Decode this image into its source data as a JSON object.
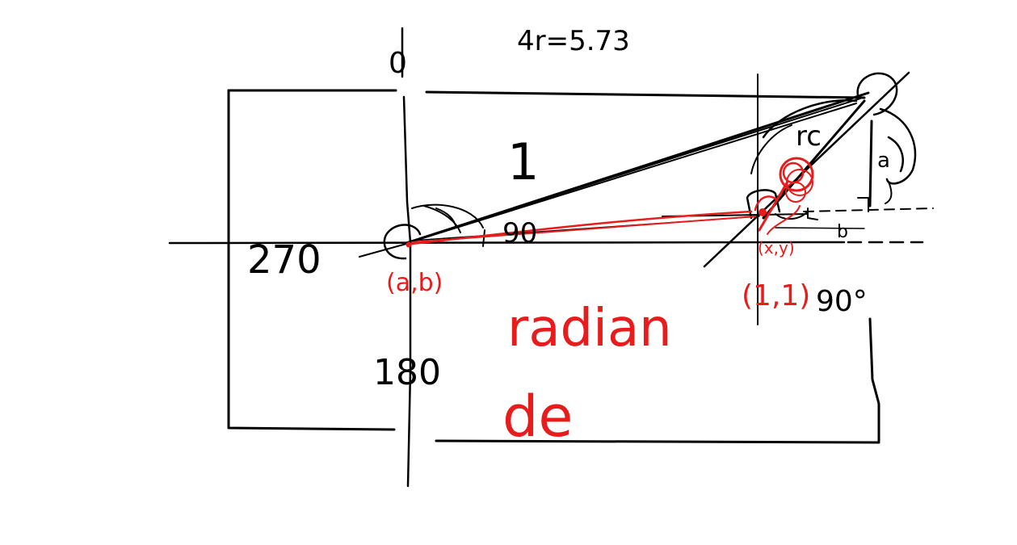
{
  "colors": {
    "background": "#ffffff",
    "black_ink": "#000000",
    "red_ink": "#e81c1c"
  },
  "labels": {
    "top_formula": "4r=5.73",
    "axis_top": "0",
    "axis_left": "270",
    "axis_bottom": "180",
    "region_one": "1",
    "angle_left": "90",
    "point_ab": "(a,b)",
    "point_xy": "(x,y)",
    "point_11": "(1,1)",
    "angle_right": "90°",
    "r_label": "rc",
    "a_label": "a",
    "b_label": "b",
    "word_radian": "radian",
    "word_de": "de"
  }
}
